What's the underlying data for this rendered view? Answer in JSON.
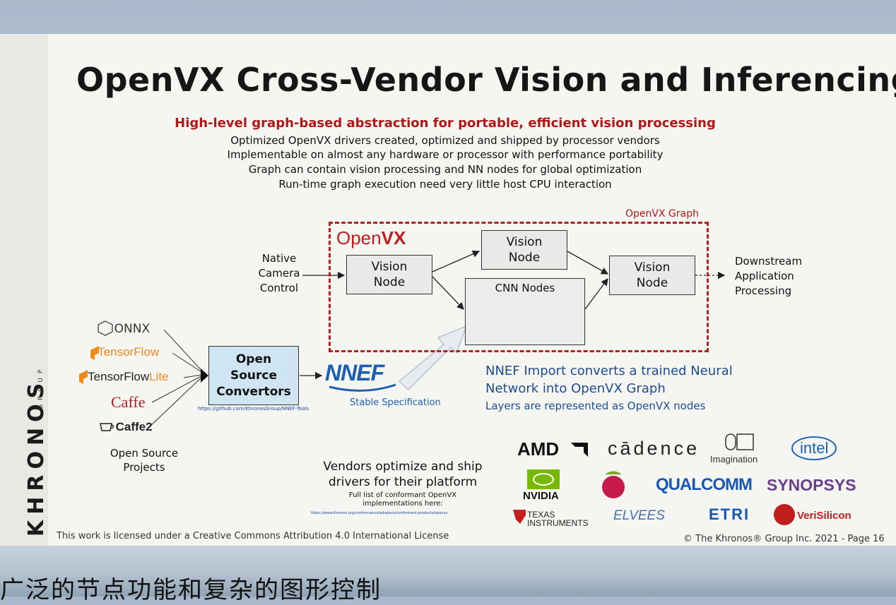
{
  "slide": {
    "title": "OpenVX Cross-Vendor Vision and Inferencing",
    "headline": "High-level graph-based abstraction for portable, efficient vision processing",
    "bullets": [
      "Optimized OpenVX drivers created, optimized and shipped by processor vendors",
      "Implementable on almost any hardware or processor with performance portability",
      "Graph can contain vision processing and NN nodes for global optimization",
      "Run-time graph execution need very little host CPU interaction"
    ]
  },
  "sidebar": {
    "brand": "KHRONOS",
    "group": "GROUP"
  },
  "graph": {
    "label": "OpenVX Graph",
    "logo_main": "Open",
    "logo_suffix": "VX",
    "node_left_l1": "Vision",
    "node_left_l2": "Node",
    "node_top_l1": "Vision",
    "node_top_l2": "Node",
    "node_right_l1": "Vision",
    "node_right_l2": "Node",
    "cnn_label": "CNN Nodes",
    "input_l1": "Native",
    "input_l2": "Camera",
    "input_l3": "Control",
    "output_l1": "Downstream",
    "output_l2": "Application",
    "output_l3": "Processing"
  },
  "frameworks": {
    "onnx": "ONNX",
    "tensorflow": "TensorFlow",
    "tflite_main": "TensorFlow",
    "tflite_suffix": "Lite",
    "caffe": "Caffe",
    "caffe2": "Caffe2",
    "caption_l1": "Open Source",
    "caption_l2": "Projects"
  },
  "converters": {
    "l1": "Open",
    "l2": "Source",
    "l3": "Convertors",
    "url": "https://github.com/KhronosGroup/NNEF-Tools"
  },
  "nnef": {
    "logo": "NNEF",
    "status": "Stable Specification",
    "desc_l1": "NNEF Import converts a trained Neural",
    "desc_l2": "Network into OpenVX Graph",
    "desc_l3": "Layers are represented as OpenVX nodes"
  },
  "vendors": {
    "l1": "Vendors optimize and ship",
    "l2": "drivers for their platform",
    "conf_l1": "Full list of conformant OpenVX",
    "conf_l2": "implementations here:",
    "conf_url": "https://www.khronos.org/conformance/adopters/conformant-products/openvx",
    "logos": {
      "amd": "AMD",
      "cadence": "cādence",
      "imagination": "Imagination",
      "intel": "intel",
      "nvidia": "NVIDIA",
      "qualcomm": "QUALCOMM",
      "synopsys": "SYNOPSYS",
      "ti_l1": "TEXAS",
      "ti_l2": "INSTRUMENTS",
      "elvees": "ELVEES",
      "etri": "ETRI",
      "verisilicon": "VeriSilicon"
    }
  },
  "footer": {
    "license": "This work is licensed under a Creative Commons Attribution 4.0 International License",
    "copyright": "© The Khronos® Group Inc. 2021 - Page 16"
  },
  "caption_overlay": "广泛的节点功能和复杂的图形控制",
  "colors": {
    "accent_red": "#b01818",
    "nnef_blue": "#1d4d8f",
    "converter_fill": "#cfe5f2"
  }
}
